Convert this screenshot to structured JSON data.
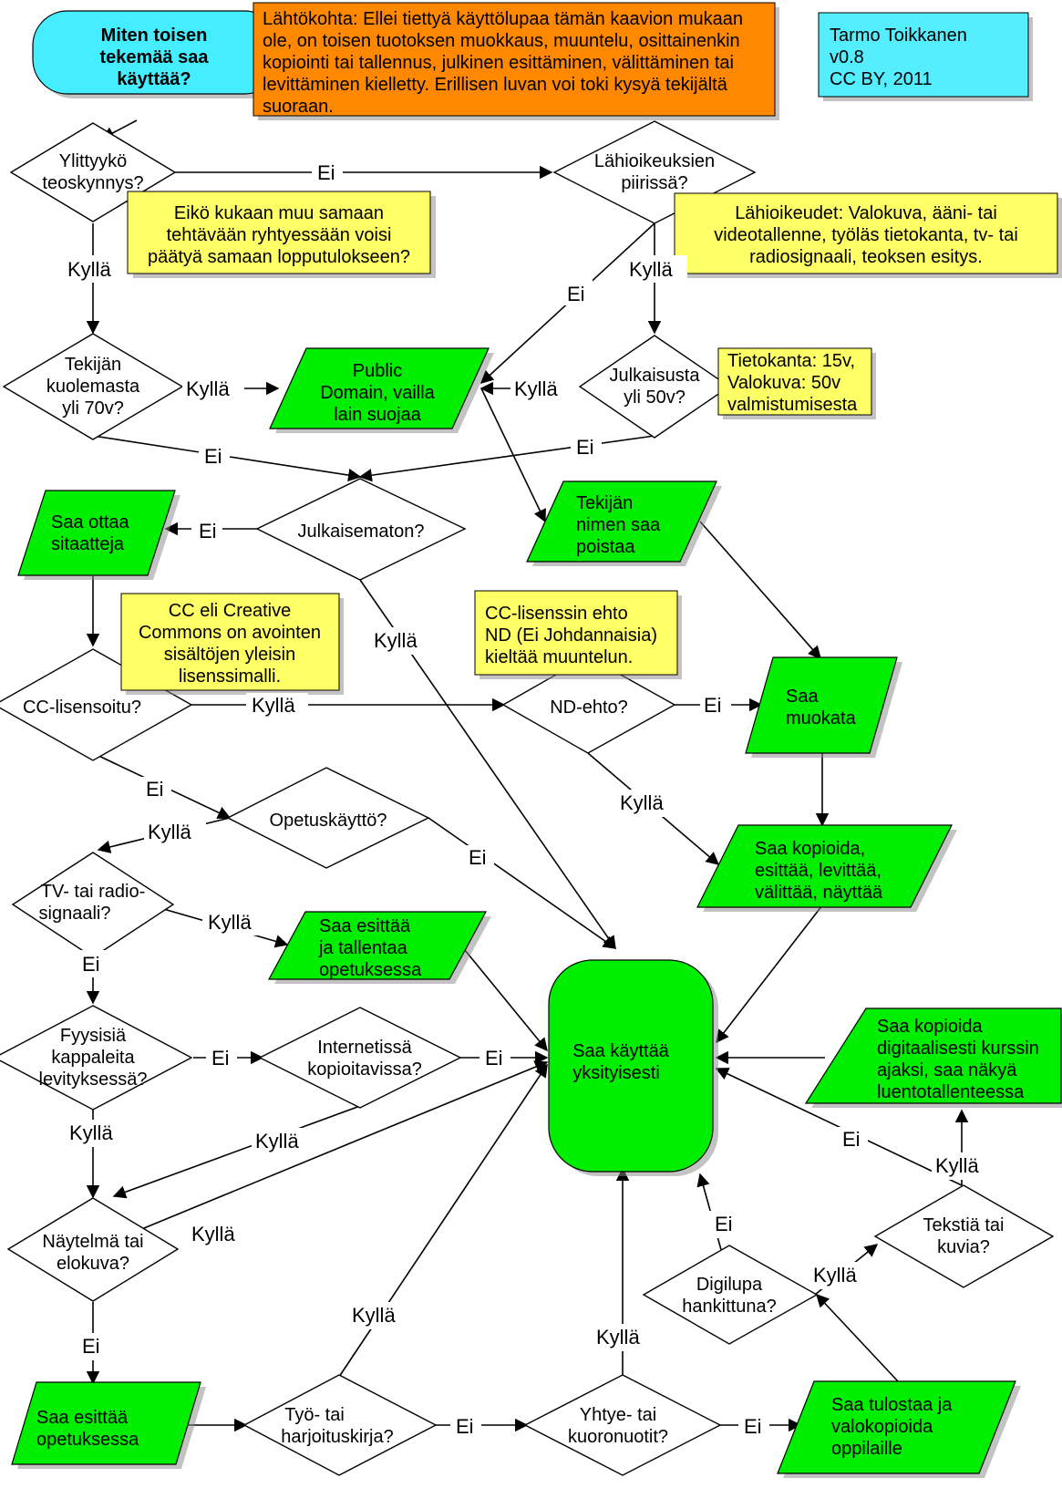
{
  "colors": {
    "start": "#44eeff",
    "note": "#ffff66",
    "orange": "#ff8800",
    "result": "#00ee00",
    "info": "#55eeff",
    "shadow": "#888888"
  },
  "start": {
    "lines": [
      "Miten toisen",
      "tekemää saa",
      "käyttää?"
    ]
  },
  "intro": {
    "lines": [
      "Lähtökohta: Ellei tiettyä käyttölupaa tämän kaavion mukaan",
      "ole, on toisen tuotoksen muokkaus, muuntelu, osittainenkin",
      "kopiointi tai tallennus, julkinen esittäminen, välittäminen tai",
      "levittäminen kielletty. Erillisen luvan voi toki kysyä tekijältä",
      "suoraan."
    ]
  },
  "author": {
    "lines": [
      "Tarmo Toikkanen",
      "v0.8",
      "CC BY, 2011"
    ]
  },
  "notes": {
    "originality": [
      "Eikö kukaan muu samaan",
      "tehtävään ryhtyessään voisi",
      "päätyä samaan lopputulokseen?"
    ],
    "related_rights": [
      "Lähioikeudet: Valokuva, ääni- tai",
      "videotallenne, työläs tietokanta, tv- tai",
      "radiosignaali, teoksen esitys."
    ],
    "durations": [
      "Tietokanta: 15v,",
      "Valokuva: 50v",
      "valmistumisesta"
    ],
    "cc": [
      "CC eli Creative",
      "Commons on avointen",
      "sisältöjen yleisin",
      "lisenssimalli."
    ],
    "nd": [
      "CC-lisenssin ehto",
      "ND (Ei Johdannaisia)",
      "kieltää muuntelun."
    ]
  },
  "decisions": {
    "threshold": [
      "Ylittyykö",
      "teoskynnys?"
    ],
    "related": [
      "Lähioikeuksien",
      "piirissä?"
    ],
    "death70": [
      "Tekijän",
      "kuolemasta",
      "yli 70v?"
    ],
    "published50": [
      "Julkaisusta",
      "yli 50v?"
    ],
    "unpublished": [
      "Julkaisematon?"
    ],
    "cc_licensed": [
      "CC-lisensoitu?"
    ],
    "nd": [
      "ND-ehto?"
    ],
    "teaching": [
      "Opetuskäyttö?"
    ],
    "tv_radio": [
      "TV- tai radio-",
      "signaali?"
    ],
    "physical": [
      "Fyysisiä",
      "kappaleita",
      "levityksessä?"
    ],
    "internet": [
      "Internetissä",
      "kopioitavissa?"
    ],
    "play_film": [
      "Näytelmä tai",
      "elokuva?"
    ],
    "workbook": [
      "Työ- tai",
      "harjoituskirja?"
    ],
    "choir": [
      "Yhtye- tai",
      "kuoronuotit?"
    ],
    "digilupa": [
      "Digilupa",
      "hankittuna?"
    ],
    "text_images": [
      "Tekstiä tai",
      "kuvia?"
    ]
  },
  "results": {
    "public_domain": [
      "Public",
      "Domain, vailla",
      "lain suojaa"
    ],
    "remove_name": [
      "Tekijän",
      "nimen saa",
      "poistaa"
    ],
    "quotes": [
      "Saa ottaa",
      "sitaatteja"
    ],
    "modify": [
      "Saa",
      "muokata"
    ],
    "copy_show": [
      "Saa kopioida,",
      "esittää, levittää,",
      "välittää, näyttää"
    ],
    "show_record": [
      "Saa esittää",
      "ja tallentaa",
      "opetuksessa"
    ],
    "show_teach": [
      "Saa esittää",
      "opetuksessa"
    ],
    "digital_copy": [
      "Saa kopioida",
      "digitaalisesti kurssin",
      "ajaksi, saa näkyä",
      "luentotallenteessa"
    ],
    "print_copy": [
      "Saa tulostaa ja",
      "valokopioida",
      "oppilaille"
    ],
    "private_use": [
      "Saa käyttää",
      "yksityisesti"
    ]
  },
  "edge_labels": {
    "yes": "Kyllä",
    "no": "Ei"
  }
}
